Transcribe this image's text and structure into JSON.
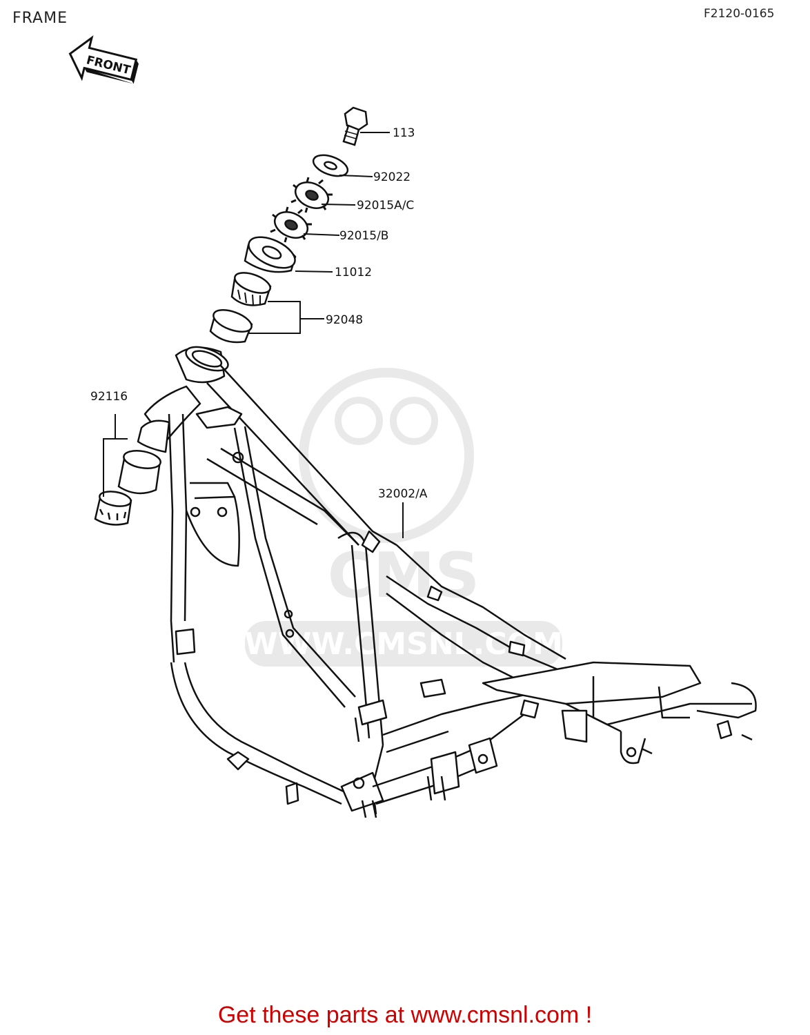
{
  "header": {
    "title": "FRAME",
    "code": "F2120-0165"
  },
  "arrow": {
    "label": "FRONT"
  },
  "watermark": {
    "url_text": "WWW.CMSNL.COM",
    "logo_text": "CMS"
  },
  "callouts": [
    {
      "id": "113",
      "label": "113"
    },
    {
      "id": "92022",
      "label": "92022"
    },
    {
      "id": "92015ac",
      "label": "92015A/C"
    },
    {
      "id": "92015b",
      "label": "92015/B"
    },
    {
      "id": "11012",
      "label": "11012"
    },
    {
      "id": "92048",
      "label": "92048"
    },
    {
      "id": "92116",
      "label": "92116"
    },
    {
      "id": "32002a",
      "label": "32002/A"
    }
  ],
  "footer": {
    "text": "Get these parts at www.cmsnl.com !"
  }
}
